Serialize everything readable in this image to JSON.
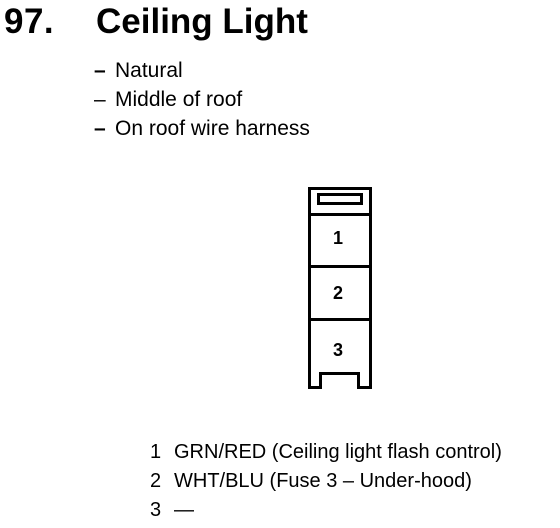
{
  "header": {
    "number": "97.",
    "title": "Ceiling Light"
  },
  "details": [
    {
      "dash": "–",
      "text": "Natural"
    },
    {
      "dash": "–",
      "text": "Middle of roof"
    },
    {
      "dash": "–",
      "text": "On roof wire harness"
    }
  ],
  "connector": {
    "cavities": [
      "1",
      "2",
      "3"
    ]
  },
  "pins": [
    {
      "number": "1",
      "wire": "GRN/RED (Ceiling light flash control)"
    },
    {
      "number": "2",
      "wire": "WHT/BLU (Fuse 3 – Under-hood)"
    },
    {
      "number": "3",
      "wire": "—"
    }
  ]
}
